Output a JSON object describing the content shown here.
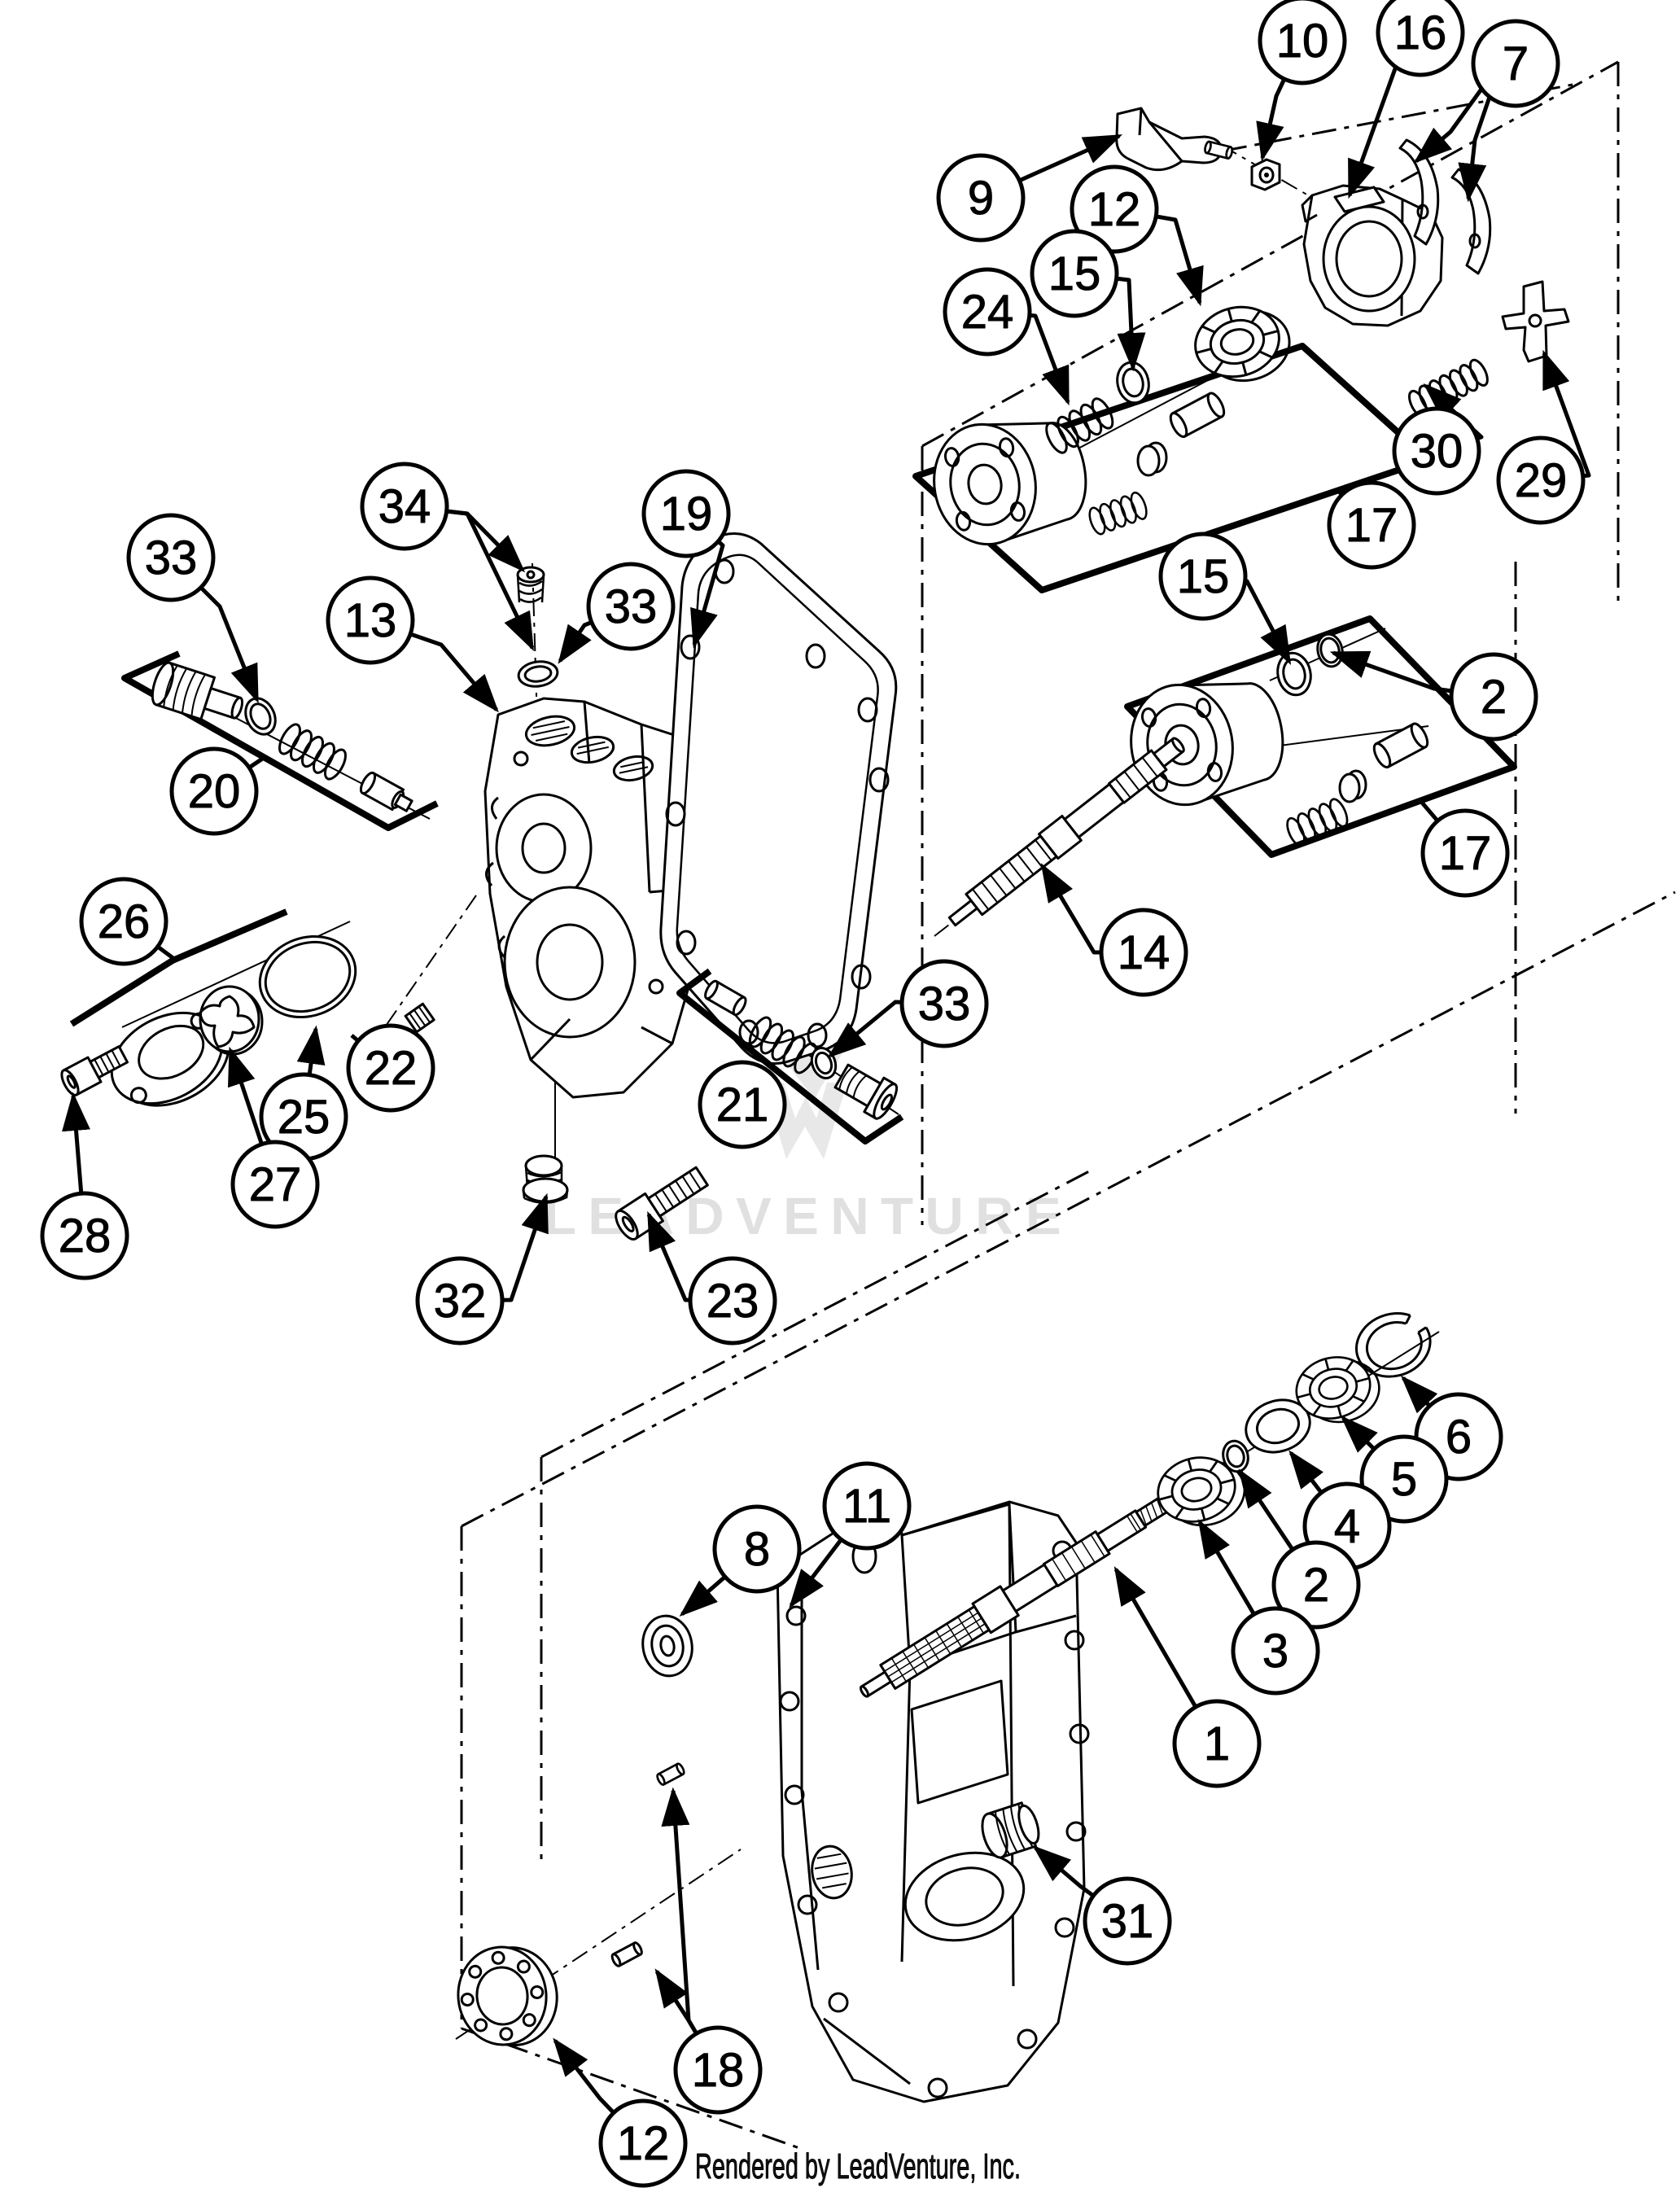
{
  "diagram": {
    "kind": "exploded-parts-diagram",
    "subject": "hydrostatic transaxle / hydraulic pump assembly",
    "background_color": "#ffffff",
    "line_color": "#000000",
    "watermark_color": "#e0e0e0"
  },
  "watermark": {
    "text": "LEADVENTURE"
  },
  "footer": {
    "text": "Rendered by LeadVenture, Inc."
  },
  "callouts": {
    "n1": {
      "label": "1"
    },
    "n2a": {
      "label": "2"
    },
    "n2b": {
      "label": "2"
    },
    "n3": {
      "label": "3"
    },
    "n4": {
      "label": "4"
    },
    "n5": {
      "label": "5"
    },
    "n6": {
      "label": "6"
    },
    "n7": {
      "label": "7"
    },
    "n8": {
      "label": "8"
    },
    "n9": {
      "label": "9"
    },
    "n10": {
      "label": "10"
    },
    "n11": {
      "label": "11"
    },
    "n12t": {
      "label": "12"
    },
    "n12b": {
      "label": "12"
    },
    "n13": {
      "label": "13"
    },
    "n14": {
      "label": "14"
    },
    "n15t": {
      "label": "15"
    },
    "n15b": {
      "label": "15"
    },
    "n16": {
      "label": "16"
    },
    "n17a": {
      "label": "17"
    },
    "n17b": {
      "label": "17"
    },
    "n18": {
      "label": "18"
    },
    "n19": {
      "label": "19"
    },
    "n20": {
      "label": "20"
    },
    "n21": {
      "label": "21"
    },
    "n22": {
      "label": "22"
    },
    "n23": {
      "label": "23"
    },
    "n24": {
      "label": "24"
    },
    "n25": {
      "label": "25"
    },
    "n26": {
      "label": "26"
    },
    "n27": {
      "label": "27"
    },
    "n28": {
      "label": "28"
    },
    "n29": {
      "label": "29"
    },
    "n30": {
      "label": "30"
    },
    "n31": {
      "label": "31"
    },
    "n32": {
      "label": "32"
    },
    "n33a": {
      "label": "33"
    },
    "n33b": {
      "label": "33"
    },
    "n33c": {
      "label": "33"
    },
    "n34": {
      "label": "34"
    }
  }
}
